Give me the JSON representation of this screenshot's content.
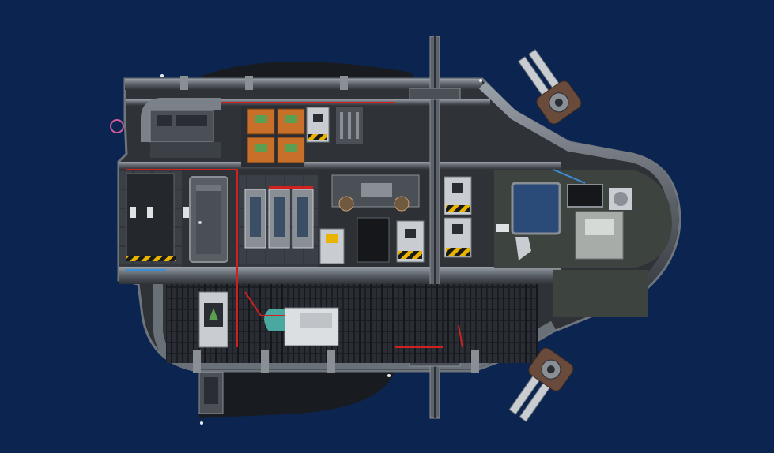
{
  "scene": {
    "background_color": "#0c2550",
    "hull_color": "#3a3d42",
    "hull_highlight_color": "#8a8f96",
    "floor_color": "#262a30",
    "wire_color": "#d02020",
    "hazard_color": "#e8b400",
    "crate_color": "#c8702a",
    "window_color": "#2a4a78"
  },
  "ship": {
    "rooms": [
      {
        "name": "airlock-room",
        "icon": "airlock-door-icon"
      },
      {
        "name": "crate-storage-room",
        "icon": "crate-icon"
      },
      {
        "name": "battery-room",
        "icon": "battery-icon"
      },
      {
        "name": "reactor-room",
        "icon": "reactor-icon"
      },
      {
        "name": "junction-room",
        "icon": "junction-box-icon"
      },
      {
        "name": "command-room",
        "icon": "helm-chair-icon"
      },
      {
        "name": "engine-room",
        "icon": "engine-icon"
      },
      {
        "name": "lower-hold",
        "icon": "grating-icon"
      }
    ],
    "fixtures": [
      "weapon-turret-top",
      "weapon-turret-bottom",
      "docking-ladder",
      "sonar-dish-icon"
    ]
  }
}
